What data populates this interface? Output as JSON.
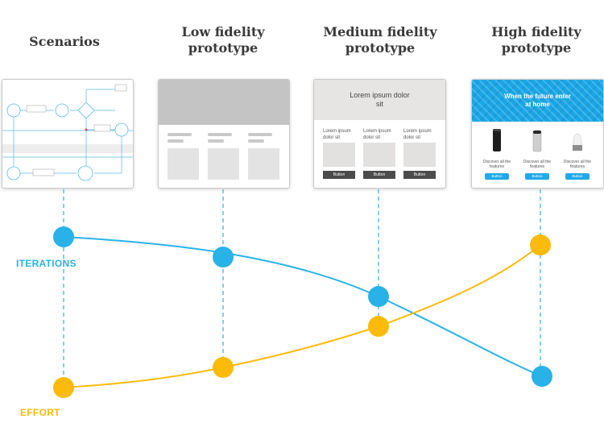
{
  "stages": [
    {
      "title_line1": "Scenarios",
      "title_line2": ""
    },
    {
      "title_line1": "Low fidelity",
      "title_line2": "prototype"
    },
    {
      "title_line1": "Medium fidelity",
      "title_line2": "prototype"
    },
    {
      "title_line1": "High fidelity",
      "title_line2": "prototype"
    }
  ],
  "series": {
    "iterations_label": "ITERATIONS",
    "effort_label": "EFFORT",
    "iterations_color": "#29b2e8",
    "effort_color": "#fcbb0b"
  },
  "medium_card": {
    "header": "Lorem ipsum dolor sit",
    "items": [
      {
        "text": "Lorem ipsum dolor sit",
        "button": "Button"
      },
      {
        "text": "Lorem ipsum dolor sit",
        "button": "Button"
      },
      {
        "text": "Lorem ipsum dolor sit",
        "button": "Button"
      }
    ]
  },
  "high_card": {
    "header": "When the future enter at home",
    "items": [
      {
        "text": "Discover all the features",
        "button": "Button",
        "product_icon": "black-smart-speaker-icon"
      },
      {
        "text": "Discover all the features",
        "button": "Button",
        "product_icon": "grey-smart-speaker-icon"
      },
      {
        "text": "Discover all the features",
        "button": "Button",
        "product_icon": "white-smart-speaker-icon"
      }
    ]
  }
}
